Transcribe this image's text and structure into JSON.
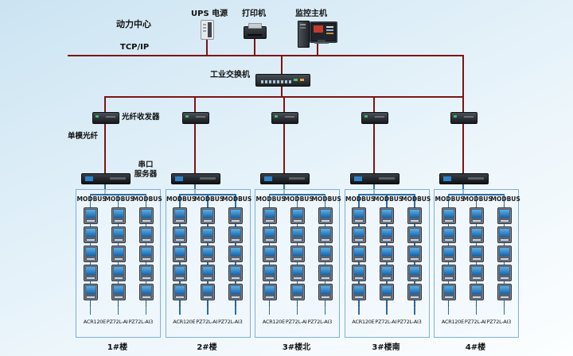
{
  "diagram": {
    "power_center": "动力中心",
    "tcpip_label": "TCP/IP",
    "top_devices": [
      {
        "id": "ups",
        "label": "UPS 电源"
      },
      {
        "id": "printer",
        "label": "打印机"
      },
      {
        "id": "monitor_host",
        "label": "监控主机"
      }
    ],
    "switch_label": "工业交换机",
    "fiber_transceiver_label": "光纤收发器",
    "single_mode_fiber_label": "单模光纤",
    "serial_server_label": [
      "串口",
      "服务器"
    ],
    "bus_label": "MODBUS",
    "meter_models": [
      "ACR120E",
      "PZ72L-AI",
      "PZ72L-AI3"
    ],
    "groups": [
      {
        "name": "1#楼"
      },
      {
        "name": "2#楼"
      },
      {
        "name": "3#楼北"
      },
      {
        "name": "3#楼南"
      },
      {
        "name": "4#楼"
      }
    ],
    "colors": {
      "backbone": "#7d1414",
      "bus": "#2e6da4",
      "box_border": "#7fb0d4"
    }
  }
}
